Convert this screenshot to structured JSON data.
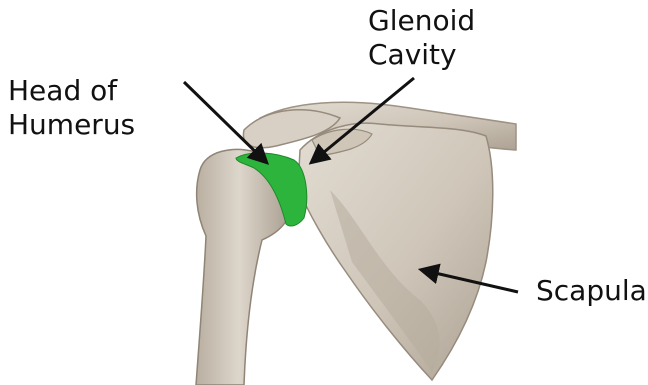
{
  "labels": {
    "glenoid": [
      "Glenoid",
      "Cavity"
    ],
    "humerus": [
      "Head of",
      "Humerus"
    ],
    "scapula": "Scapula"
  },
  "colors": {
    "bone": "#d3cbbf",
    "bone_shadow": "#a49a8c",
    "highlight": "#2db43c",
    "arrow": "#111111"
  }
}
